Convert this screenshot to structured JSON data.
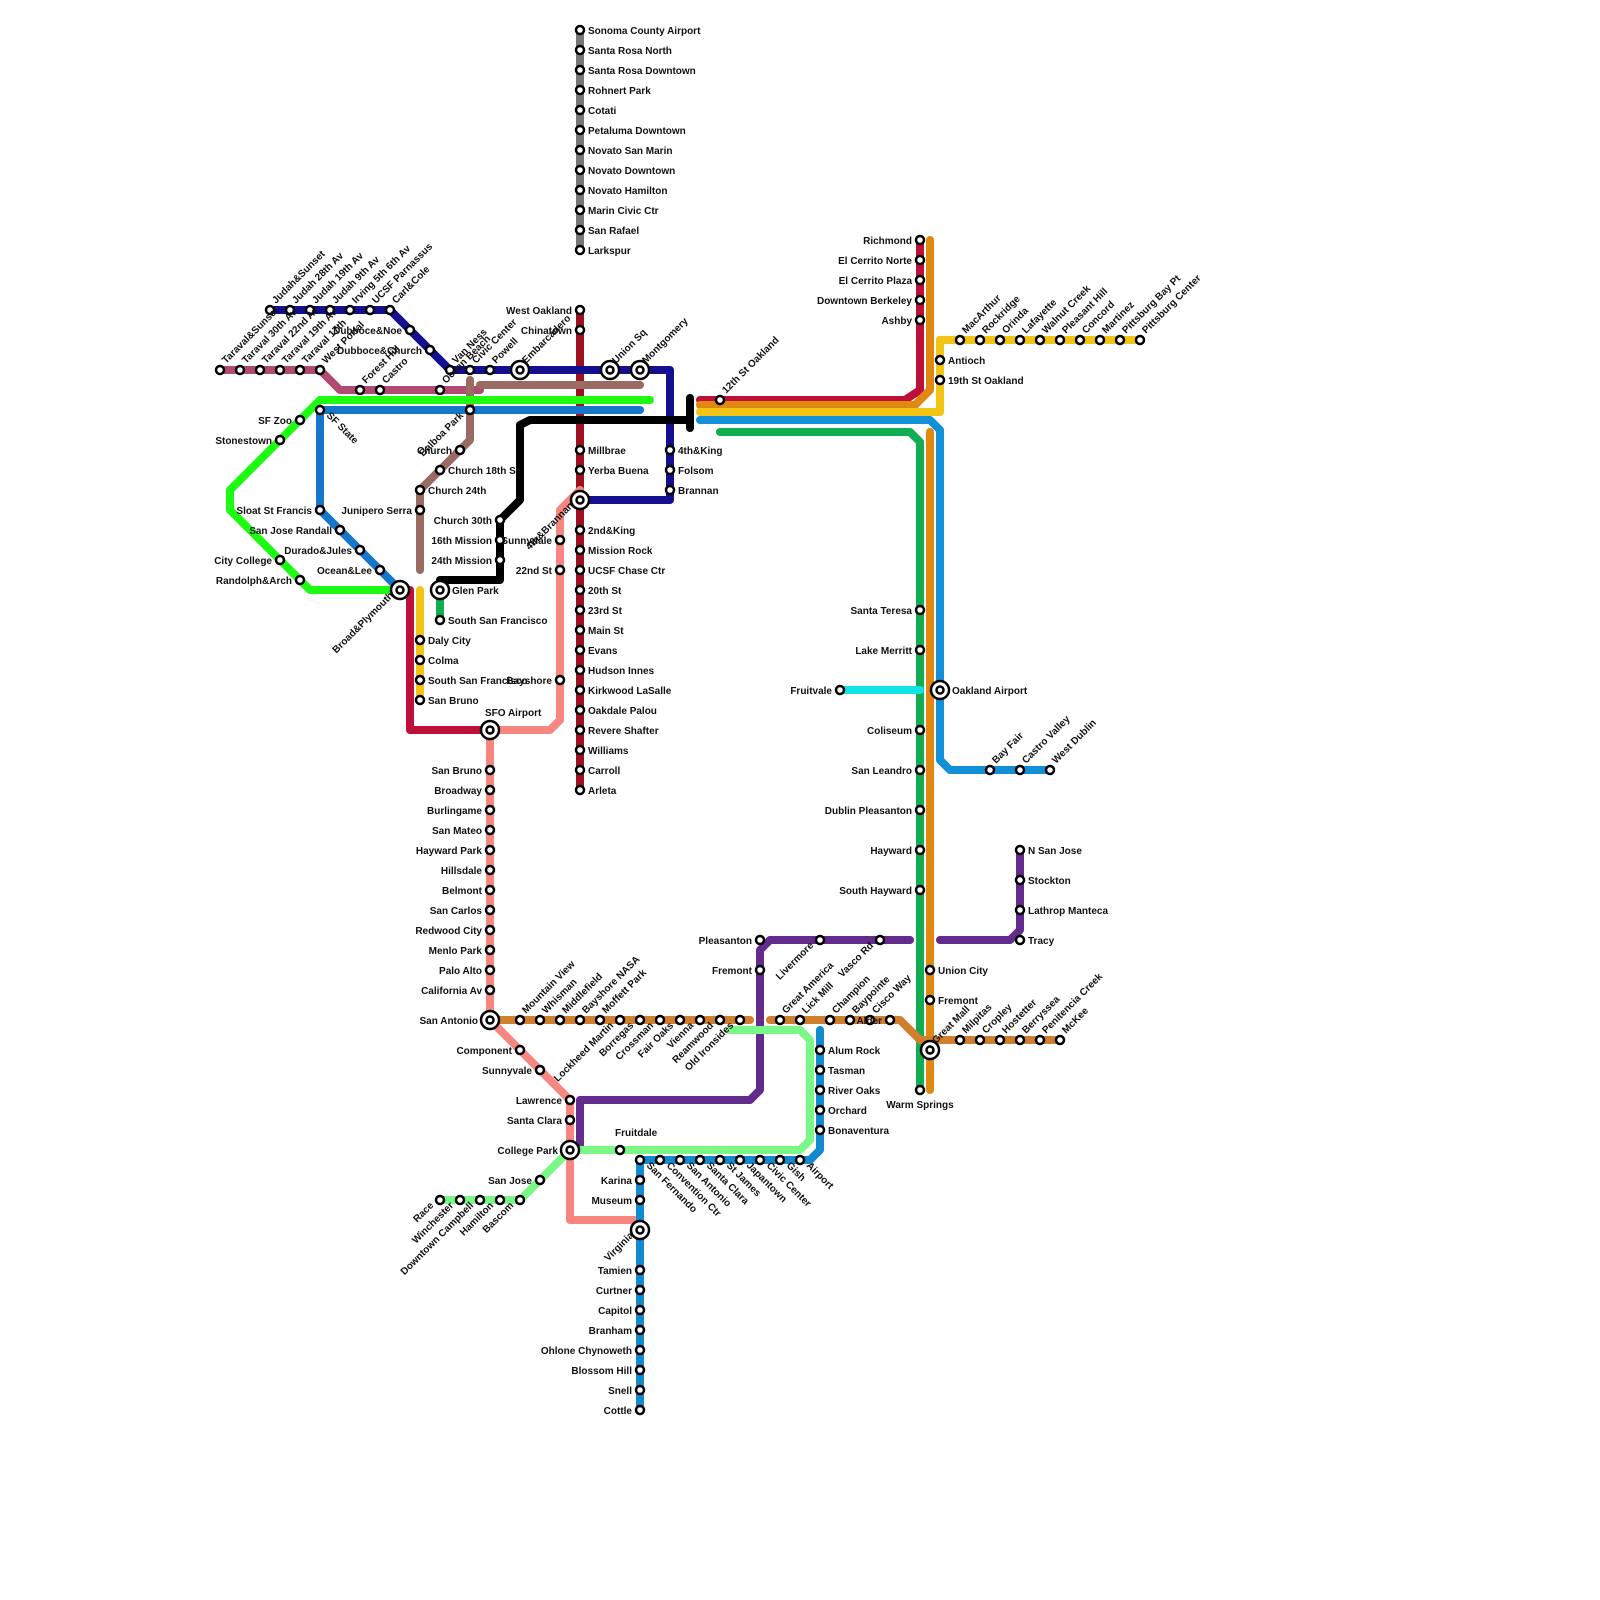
{
  "colors": {
    "sonoma": "#777777",
    "red": "#bd0f3a",
    "orange": "#e08810",
    "yellow": "#f2c514",
    "green": "#12ad52",
    "blue": "#1190d7",
    "darkblue": "#140f8e",
    "brown": "#9a6b62",
    "magenta": "#b04a73",
    "lime": "#1dfb12",
    "steel": "#1477c9",
    "black": "#000000",
    "salmon": "#f88680",
    "purple": "#632b8c",
    "cyan": "#12e3e3",
    "caltrain": "#d0802c",
    "lightgreen": "#7af887",
    "vtablue": "#118ad0",
    "darkred": "#9c1020"
  },
  "stations": [
    "Sonoma County Airport",
    "Santa Rosa North",
    "Santa Rosa Downtown",
    "Rohnert Park",
    "Cotati",
    "Petaluma Downtown",
    "Novato San Marin",
    "Novato Downtown",
    "Novato Hamilton",
    "Marin Civic Ctr",
    "San Rafael",
    "Larkspur",
    "Richmond",
    "El Cerrito Norte",
    "El Cerrito Plaza",
    "Downtown Berkeley",
    "Ashby",
    "MacArthur",
    "Rockridge",
    "Orinda",
    "Lafayette",
    "Walnut Creek",
    "Pleasant Hill",
    "Concord",
    "Martinez",
    "Pittsburg Bay Pt",
    "Pittsburg Center",
    "Antioch",
    "19th St Oakland",
    "12th St Oakland",
    "West Oakland",
    "Chinatown",
    "Union Sq",
    "Montgomery",
    "Embarcadero",
    "Powell",
    "Civic Center",
    "Van Ness",
    "Dubboce&Church",
    "Dubboce&Noe",
    "Carl&Cole",
    "UCSF Parnassus",
    "Irving 5th 6th Av",
    "Judah 9th Av",
    "Judah 19th Av",
    "Judah 28th Av",
    "Judah&Sunset",
    "Ocean Beach",
    "Castro",
    "Forest Hill",
    "West Portal",
    "Taraval 17th",
    "Taraval 19th Av",
    "Taraval 22nd Av",
    "Taraval 30th Av",
    "Taraval&Sunset",
    "SF Zoo",
    "Stonestown",
    "SF State",
    "Sloat St Francis",
    "Junipero Serra",
    "San Jose Randall",
    "Durado&Jules",
    "Ocean&Lee",
    "City College",
    "Randolph&Arch",
    "Broad&Plymouth",
    "Balboa Park",
    "Church",
    "Church 18th St",
    "Church 24th",
    "Church 30th",
    "16th Mission",
    "24th Mission",
    "Glen Park",
    "South San Francisco",
    "Daly City",
    "Colma",
    "South San Francisco",
    "San Bruno",
    "SFO Airport",
    "Millbrae",
    "Yerba Buena",
    "4th&Brannan",
    "4th&King",
    "Folsom",
    "Brannan",
    "2nd&King",
    "Mission Rock",
    "UCSF Chase Ctr",
    "20th St",
    "23rd St",
    "Main St",
    "Evans",
    "Hudson Innes",
    "Kirkwood LaSalle",
    "Oakdale Palou",
    "Revere Shafter",
    "Williams",
    "Carroll",
    "Arleta",
    "Sunnydale",
    "22nd St",
    "Bayshore",
    "San Bruno",
    "Broadway",
    "Burlingame",
    "San Mateo",
    "Hayward Park",
    "Hillsdale",
    "Belmont",
    "San Carlos",
    "Redwood City",
    "Menlo Park",
    "Palo Alto",
    "California Av",
    "San Antonio",
    "Mountain View",
    "Whisman",
    "Middlefield",
    "Bayshore NASA",
    "Moffett Park",
    "Lockheed Martin",
    "Borregas",
    "Crossman",
    "Fair Oaks",
    "Vienna",
    "Reamwood",
    "Old Ironsides",
    "Great America",
    "Lick Mill",
    "Champion",
    "Baypointe",
    "Cisco Way",
    "Alder",
    "Great Mall",
    "Milpitas",
    "Cropley",
    "Hostetter",
    "Berryssea",
    "Penitencia Creek",
    "McKee",
    "Alum Rock",
    "Tasman",
    "River Oaks",
    "Orchard",
    "Bonaventura",
    "Component",
    "Sunnyvale",
    "Lawrence",
    "Santa Clara",
    "College Park",
    "San Jose",
    "Race",
    "Winchester",
    "Downtown Campbell",
    "Hamilton",
    "Bascom",
    "Fruitdale",
    "San Fernando",
    "Convention Ctr",
    "San Antonio",
    "Santa Clara",
    "St James",
    "Japantown",
    "Civic Center",
    "Gish",
    "Airport",
    "Karina",
    "Museum",
    "Virginia",
    "Tamien",
    "Curtner",
    "Capitol",
    "Branham",
    "Ohlone Chynoweth",
    "Blossom Hill",
    "Snell",
    "Cottle",
    "Santa Teresa",
    "Lake Merritt",
    "Fruitvale",
    "Oakland Airport",
    "Coliseum",
    "San Leandro",
    "Bay Fair",
    "Castro Valley",
    "West Dublin",
    "Dublin Pleasanton",
    "Hayward",
    "South Hayward",
    "Union City",
    "Fremont",
    "Warm Springs",
    "N San Jose",
    "Stockton",
    "Lathrop Manteca",
    "Tracy",
    "Vasco Rd",
    "Livermore",
    "Pleasanton",
    "Fremont",
    "Great America"
  ]
}
